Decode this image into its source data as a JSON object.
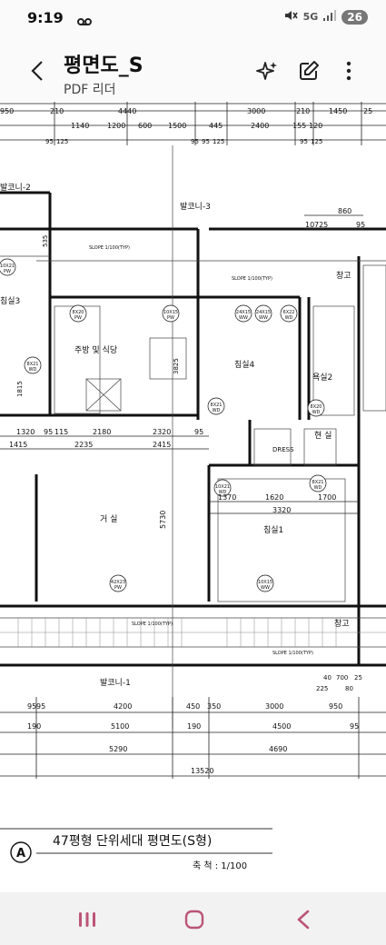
{
  "status_bar": {
    "time": "9:19",
    "network": "5G",
    "battery": "26"
  },
  "app_bar": {
    "title": "평면도_S",
    "subtitle": "PDF 리더"
  },
  "plan": {
    "rooms": {
      "balcony2": "발코니-2",
      "balcony3": "발코니-3",
      "balcony1": "발코니-1",
      "bedroom3": "침실3",
      "kitchen": "주방 및 식당",
      "bedroom4": "침실4",
      "storage": "창고",
      "bath": "욕실2",
      "dressroom": "DRESS",
      "hall": "현 실",
      "living": "거 실",
      "bedroom1": "침실1",
      "storage2": "창고"
    },
    "top_dims_row1": [
      "4440",
      "210",
      "3000",
      "210",
      "1450",
      "25",
      "950"
    ],
    "top_dims_row2": [
      "1140",
      "1200",
      "600",
      "1500",
      "445",
      "2400",
      "155",
      "120"
    ],
    "top_dims_row3": [
      "95",
      "125",
      "95",
      "95",
      "125",
      "95",
      "125"
    ],
    "mid_dims_a": [
      "1320",
      "95",
      "115",
      "2180",
      "2320",
      "95"
    ],
    "mid_dims_b": [
      "1415",
      "2235",
      "2415"
    ],
    "right_dims": [
      "860",
      "10",
      "725",
      "95"
    ],
    "bed1_dims": [
      "1370",
      "1620",
      "1700"
    ],
    "bed1_total": "3320",
    "vertical_dim": "5730",
    "kitchen_dim": "3825",
    "vertical_small": [
      "535",
      "1815"
    ],
    "bottom_dims_row1": [
      "95",
      "95",
      "4200",
      "450",
      "350",
      "3000",
      "950"
    ],
    "bottom_dims_row2": [
      "190",
      "5100",
      "190",
      "4500",
      "95"
    ],
    "bottom_dims_row3": [
      "5290",
      "4690"
    ],
    "bottom_total": "13520",
    "right_bottom_dims": [
      "40",
      "700",
      "25",
      "225",
      "80"
    ],
    "footer_title": "47평형 단위세대 평면도(S형)",
    "footer_mark": "A",
    "scale": "축 척 : 1/100",
    "slope_label": "SLOPE 1/100(TYP)",
    "dress_label": "DRESS",
    "door_tags": [
      "8X21",
      "WD",
      "10X21",
      "PW",
      "WW",
      "42X23",
      "24X15",
      "6X22",
      "8X20",
      "10X15"
    ]
  }
}
